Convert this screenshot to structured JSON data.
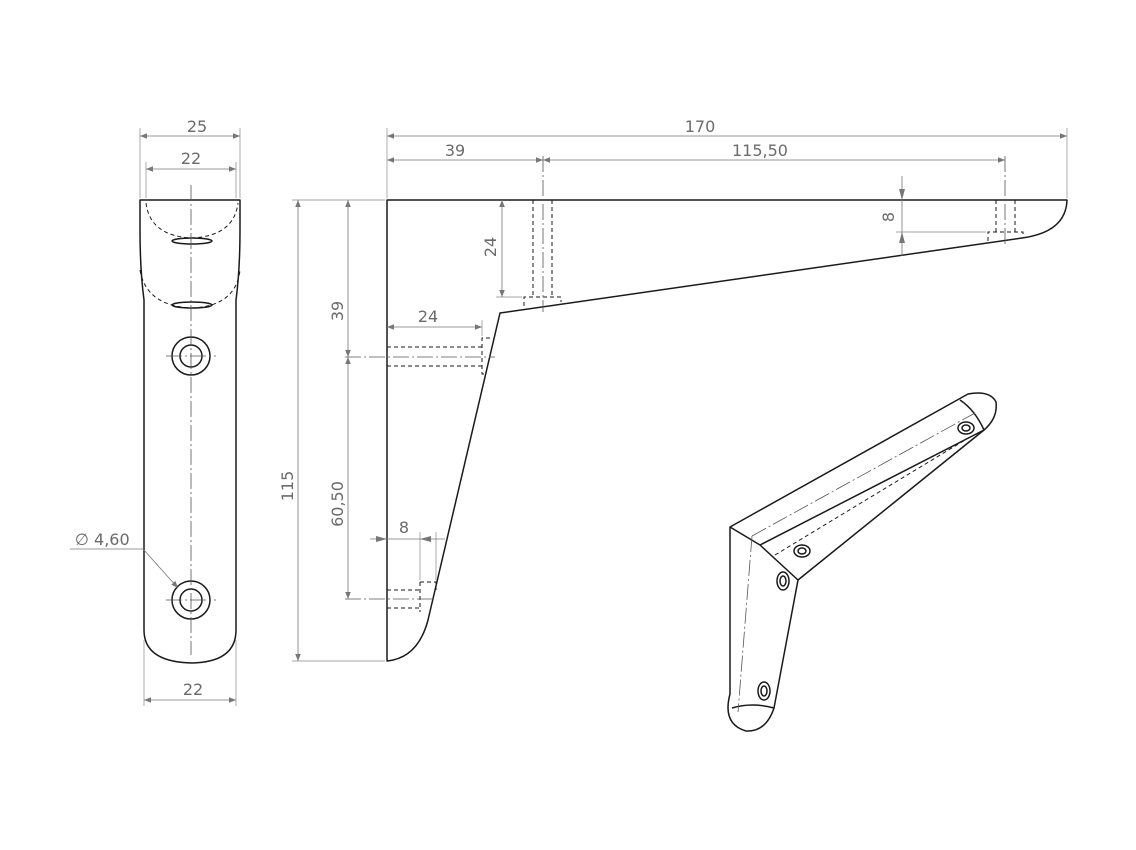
{
  "dimensions": {
    "front_total_width": "25",
    "front_inner_width": "22",
    "front_bottom_width": "22",
    "hole_diameter": "∅ 4,60",
    "side_total_length": "170",
    "side_first_hole_offset": "39",
    "side_hole_spacing": "115,50",
    "side_right_hole_depth": "8",
    "side_top_hole_depth": "24",
    "side_left_hole_depth": "24",
    "side_upper_vertical": "39",
    "side_lower_vertical": "60,50",
    "side_bottom_hole_depth": "8",
    "side_total_height": "115"
  },
  "colors": {
    "line": "#1a1a1a",
    "dimension": "#777777",
    "text": "#6b6b6b"
  }
}
